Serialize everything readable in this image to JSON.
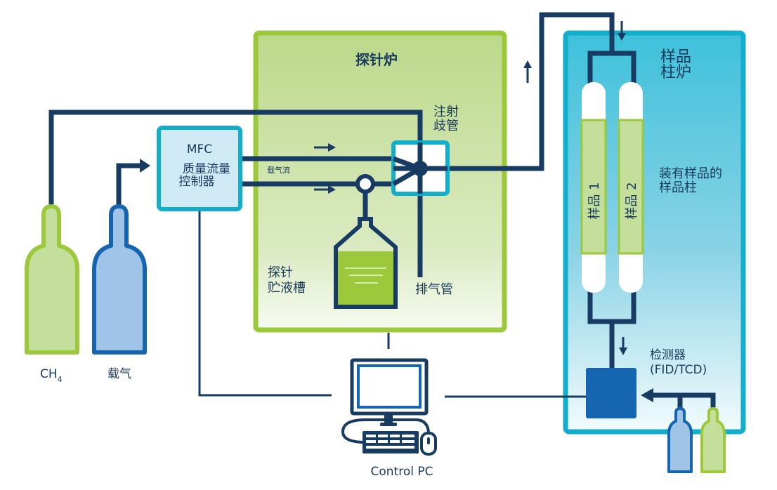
{
  "probe_oven": {
    "title": "探针炉",
    "injection_manifold": [
      "注射",
      "歧管"
    ],
    "carrier_flow": "载气流",
    "probe_reservoir": [
      "探针",
      "贮液槽"
    ],
    "vent": "排气管"
  },
  "mfc": {
    "lines": [
      "MFC",
      "质量流量",
      "控制器"
    ]
  },
  "cylinders": {
    "ch4": {
      "label_main": "CH",
      "label_sub": "4"
    },
    "carrier": {
      "label": "载气"
    }
  },
  "sample_oven": {
    "title": [
      "样品",
      "柱炉"
    ],
    "column_1": "样品 1",
    "column_2": "样品 2",
    "columns_note": [
      "装有样品的",
      "样品柱"
    ],
    "detector": [
      "检测器",
      "(FID/TCD)"
    ]
  },
  "control_pc": {
    "label": "Control PC"
  },
  "colors": {
    "navy": "#173b63",
    "green": "#9cc83c",
    "light_green": "#c4de9c",
    "cyan": "#12aecc",
    "blue": "#1565b0",
    "light_blue": "#a0c4e8"
  }
}
